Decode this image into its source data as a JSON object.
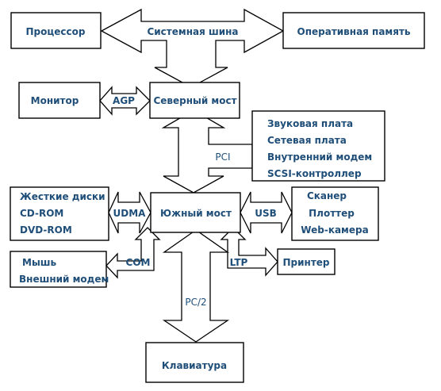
{
  "nodes": {
    "cpu": "Процессор",
    "ram": "Оперативная память",
    "monitor": "Монитор",
    "northbridge": "Северный мост",
    "pci_devices": [
      "Звуковая плата",
      "Сетевая плата",
      "Внутренний модем",
      "SCSI-контроллер"
    ],
    "storage": [
      "Жесткие диски",
      "CD-ROM",
      "DVD-ROM"
    ],
    "southbridge": "Южный мост",
    "usb_devices": [
      "Сканер",
      "Плоттер",
      "Web-камера"
    ],
    "com_devices": [
      "Мышь",
      "Внешний модем"
    ],
    "printer": "Принтер",
    "keyboard": "Клавиатура"
  },
  "buses": {
    "system_bus": "Системная шина",
    "agp": "AGP",
    "pci": "PCI",
    "udma": "UDMA",
    "usb": "USB",
    "com": "COM",
    "ltp": "LTP",
    "ps2": "PC/2"
  },
  "colors": {
    "text": "#1f4e79",
    "stroke": "#000000",
    "fill": "#ffffff"
  }
}
